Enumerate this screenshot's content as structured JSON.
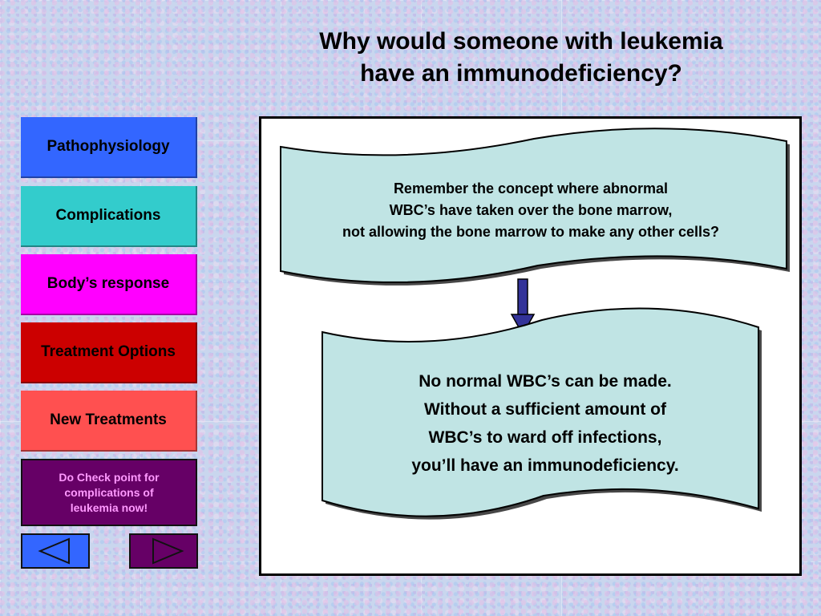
{
  "slide": {
    "title": "Why  would someone with leukemia\nhave an immunodeficiency?"
  },
  "nav": {
    "items": [
      {
        "label": "Pathophysiology",
        "color": "#3366ff"
      },
      {
        "label": "Complications",
        "color": "#33cccc"
      },
      {
        "label": "Body’s response",
        "color": "#ff00ff"
      },
      {
        "label": "Treatment Options",
        "color": "#cc0000"
      },
      {
        "label": "New Treatments",
        "color": "#ff5050"
      }
    ],
    "checkpoint": "Do Check point for\ncomplications of\nleukemia now!",
    "prev_icon": "triangle-left-icon",
    "next_icon": "triangle-right-icon"
  },
  "flowchart": {
    "box1_text": "Remember the concept where abnormal\nWBC’s have taken over the bone marrow,\nnot allowing the bone marrow to make any other cells?",
    "box2_text": "No normal WBC’s can be made.\n  Without a sufficient amount of\nWBC’s to ward off infections,\nyou’ll have an immunodeficiency.",
    "box_fill": "#c0e4e4",
    "arrow_color": "#333399"
  }
}
